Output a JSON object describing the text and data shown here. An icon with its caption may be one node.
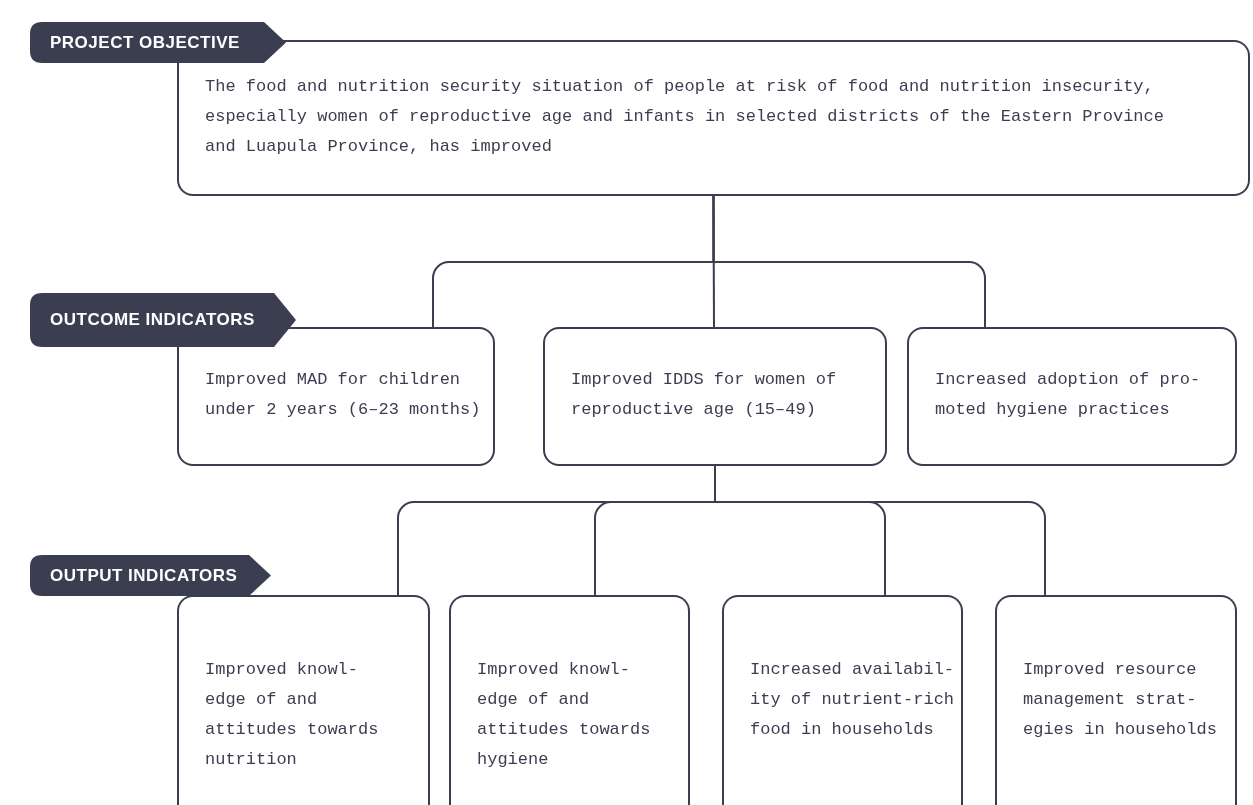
{
  "diagram": {
    "nodes": [
      {
        "text": [
          "PROJECT OBJECTIVE"
        ]
      },
      {
        "text": [
          "The food and nutrition security situation of people at risk of food and nutrition insecurity, especially women of reproductive age and infants in selected districts of the Eastern Province and Luapula Province, has improved"
        ]
      },
      {
        "text": [
          "OUTCOME INDICATORS"
        ]
      },
      {
        "text": [
          "Improved MAD for children under 2 years (6–23 months)"
        ]
      },
      {
        "text": [
          "Improved IDDS for women of reproductive age (15–49)"
        ]
      },
      {
        "text": [
          "Increased adoption of pro-moted hygiene practices"
        ]
      },
      {
        "text": [
          "OUTPUT INDICATORS"
        ]
      },
      {
        "text": [
          "Improved knowl-edge of and attitudes towards nutrition"
        ]
      },
      {
        "text": [
          "Improved knowl-edge of and attitudes towards hygiene"
        ]
      },
      {
        "text": [
          "Increased availabil-ity of nutrient-rich food in households"
        ]
      },
      {
        "text": [
          "Improved resource management strat-egies in households"
        ]
      }
    ],
    "edges": [
      {
        "from": 1,
        "to": 3,
        "arrow": "none"
      },
      {
        "from": 1,
        "to": 4,
        "arrow": "none"
      },
      {
        "from": 1,
        "to": 5,
        "arrow": "none"
      },
      {
        "from": 4,
        "to": 7,
        "arrow": "none"
      },
      {
        "from": 4,
        "to": 8,
        "arrow": "none"
      },
      {
        "from": 4,
        "to": 9,
        "arrow": "none"
      },
      {
        "from": 4,
        "to": 10,
        "arrow": "none"
      }
    ]
  }
}
